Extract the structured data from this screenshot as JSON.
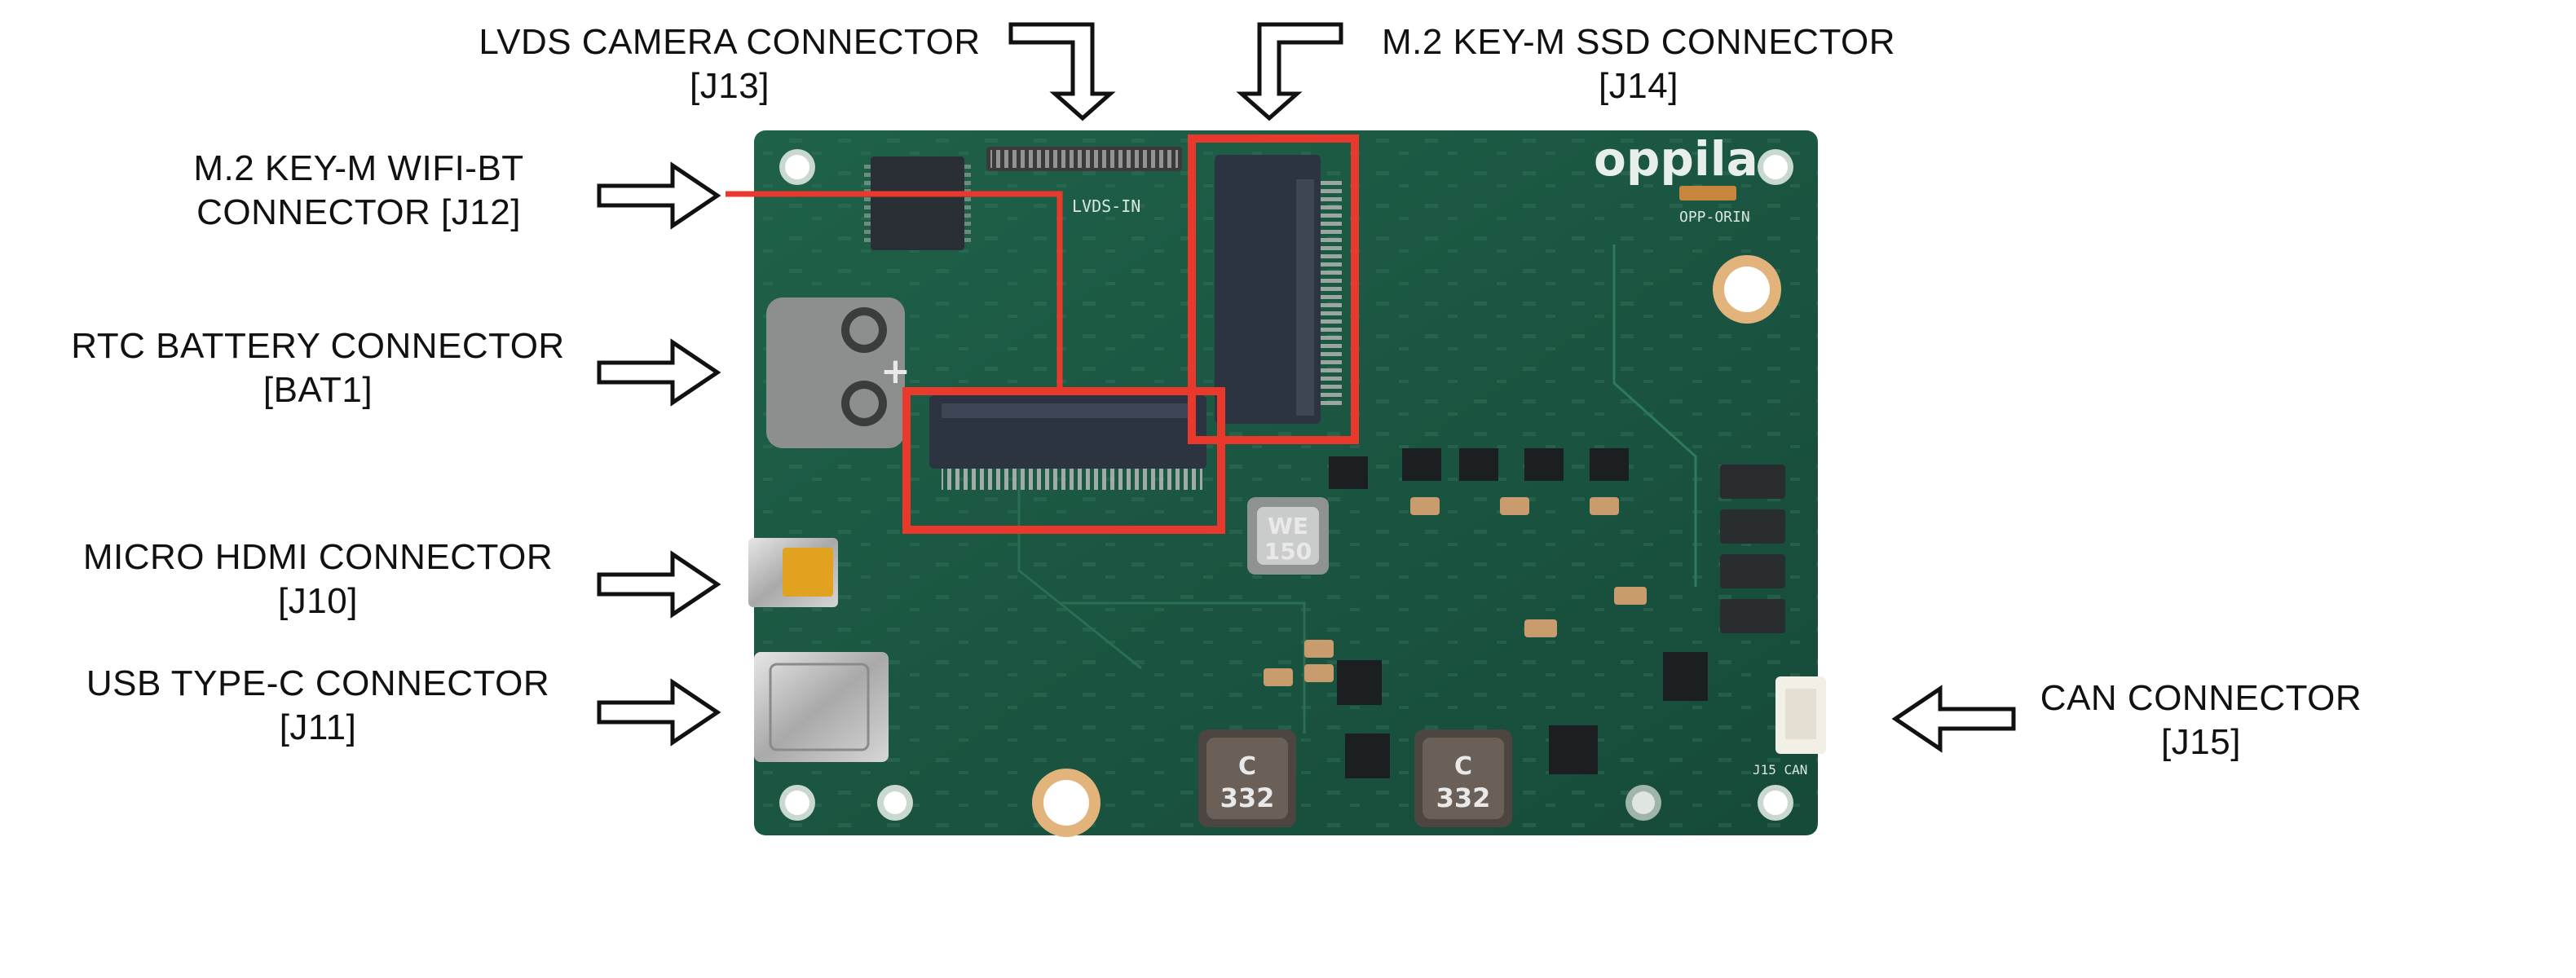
{
  "labels": {
    "lvds": {
      "name": "LVDS CAMERA CONNECTOR",
      "ref": "[J13]"
    },
    "ssd": {
      "name": "M.2 KEY-M SSD CONNECTOR",
      "ref": "[J14]"
    },
    "wifi": {
      "line1": "M.2 KEY-M WIFI-BT",
      "line2": "CONNECTOR  [J12]"
    },
    "rtc": {
      "name": "RTC BATTERY CONNECTOR",
      "ref": "[BAT1]"
    },
    "hdmi": {
      "name": "MICRO HDMI CONNECTOR",
      "ref": "[J10]"
    },
    "usbc": {
      "name": "USB TYPE-C CONNECTOR",
      "ref": "[J11]"
    },
    "can": {
      "name": "CAN CONNECTOR",
      "ref": "[J15]"
    }
  },
  "board": {
    "logo": "oppila",
    "model": "OPP-ORIN",
    "lvds_silk": "LVDS-IN",
    "can_silk": "J15 CAN",
    "inductor_top": "WE",
    "inductor_bottom": "150",
    "choke_letter": "C",
    "choke_value": "332"
  },
  "colors": {
    "highlight": "#e8392c",
    "pcb": "#1d5a45",
    "arrow_stroke": "#111111"
  },
  "icons": [
    "arrow-right-icon",
    "arrow-left-icon",
    "arrow-down-icon"
  ]
}
